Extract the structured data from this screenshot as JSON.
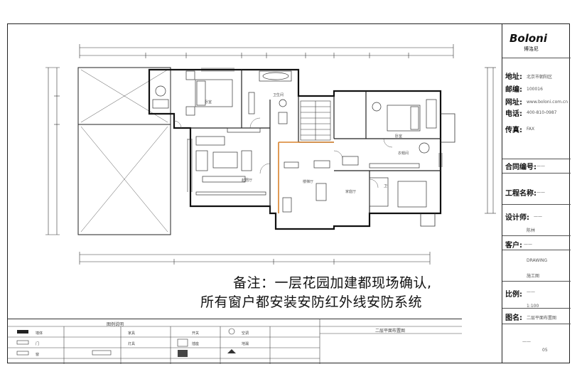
{
  "brand": {
    "name": "Boloni",
    "sub": "博洛尼"
  },
  "title_block": {
    "address_label": "地址:",
    "address_text": "北京市朝阳区",
    "postcode_label": "邮编:",
    "postcode_text": "100016",
    "website_label": "网址:",
    "website_text": "www.boloni.com.cn",
    "phone_label": "电话:",
    "phone_text": "400-810-0987",
    "fax_label": "传真:",
    "fax_text": "FAX",
    "contract_label": "合同编号:",
    "contract_text": "——",
    "project_label": "工程名称:",
    "project_text": "——",
    "designer_label": "设计师:",
    "designer_text": "——",
    "designer_name": "陈林",
    "client_label": "客户:",
    "client_text": "——",
    "drawn_text": "DRAWING",
    "date_text": "施工图",
    "scale_label": "比例:",
    "scale_top": "——",
    "scale_value": "1:100",
    "sheet_label": "图名:",
    "sheet_text": "二层平面布置图",
    "page_text": "——",
    "page_no": "05"
  },
  "notes": {
    "line1": "备注：一层花园加建都现场确认,",
    "line2": "所有窗户都安装安防红外线安防系统"
  },
  "legend": {
    "title": "图例说明",
    "center_title": "二层平面布置图",
    "items": [
      "墙体",
      "门",
      "窗",
      "家具",
      "灯具",
      "开关",
      "插座",
      "空调",
      "地漏"
    ]
  },
  "rooms": {
    "bedroom_left": "卧室",
    "living_left": "起居厅",
    "hall": "楼梯厅",
    "center_room": "家庭厅",
    "bath": "卫生间",
    "bedroom_right": "卧室",
    "dress": "衣帽间",
    "bath_right": "卫"
  }
}
